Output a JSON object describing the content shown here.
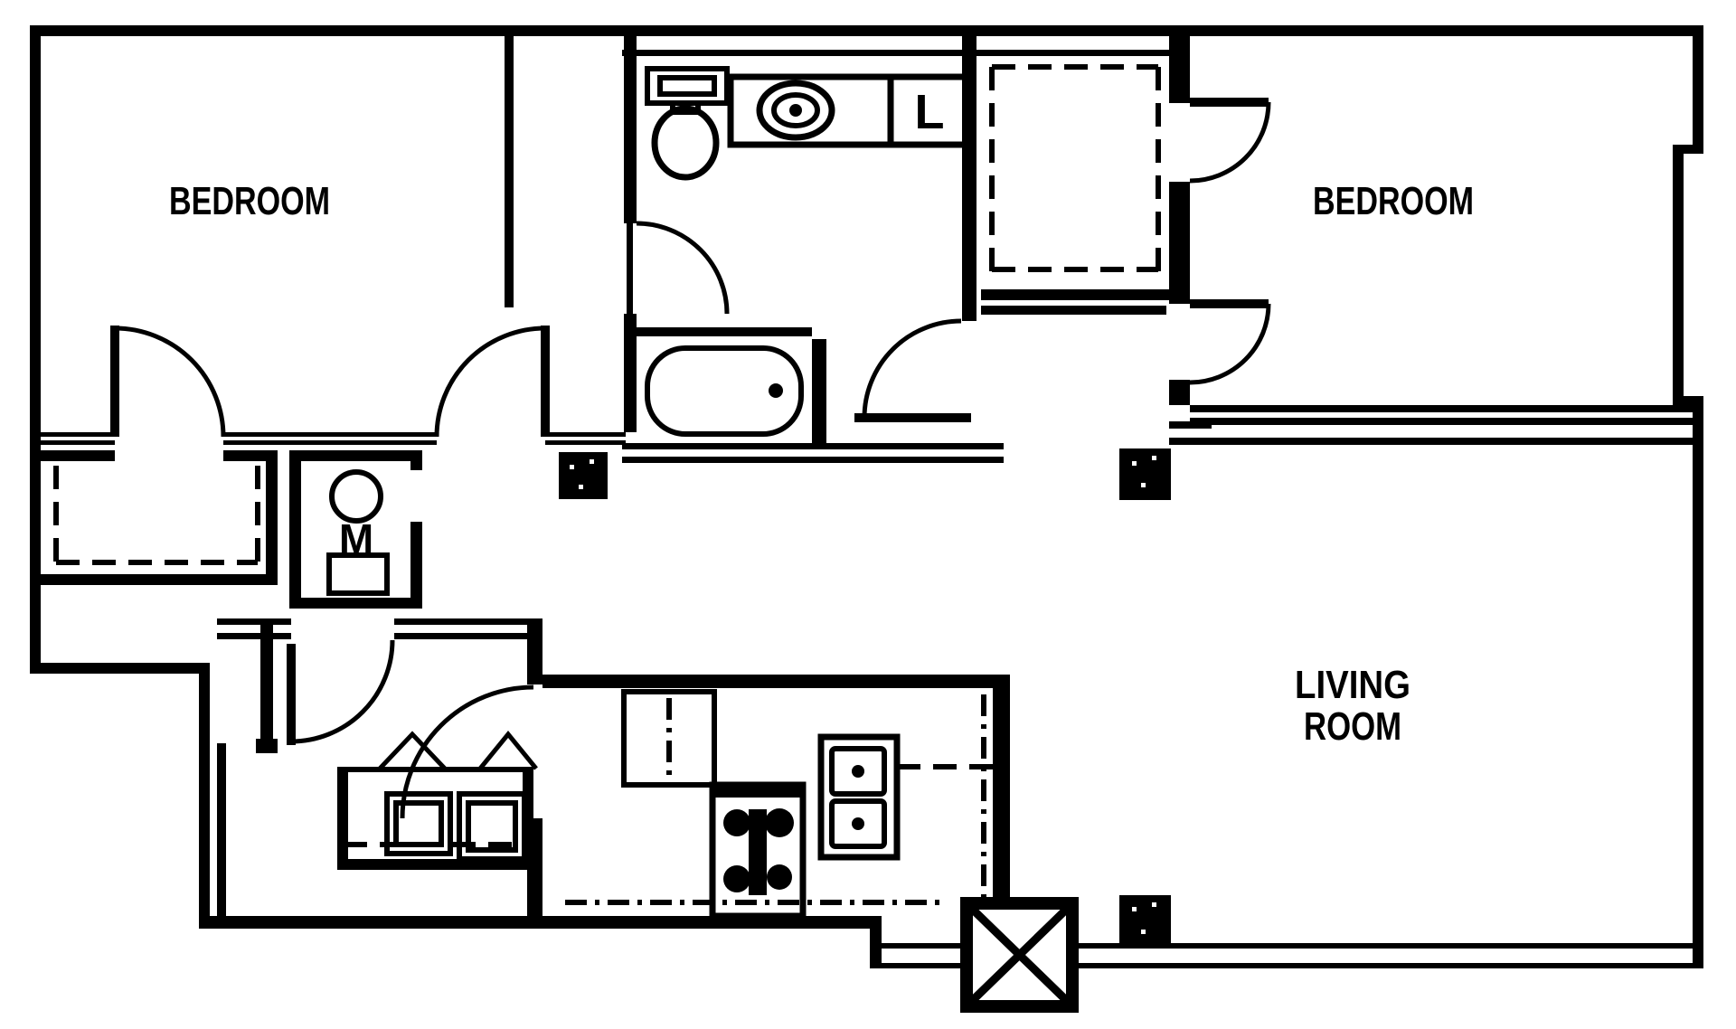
{
  "title": "Two-bedroom apartment floor plan",
  "colors": {
    "line": "#000000",
    "background": "#ffffff"
  },
  "labels": {
    "bedroom_left": "BEDROOM",
    "bedroom_right": "BEDROOM",
    "living_room_line1": "LIVING",
    "living_room_line2": "ROOM",
    "linen_closet": "L",
    "water_heater": "M"
  },
  "fixtures": [
    "toilet",
    "vanity-sink",
    "linen-closet",
    "bathtub",
    "walk-in-closet-shelving",
    "reach-in-closet-shelving",
    "water-heater",
    "washer",
    "dryer",
    "bifold-doors",
    "refrigerator",
    "range-stove",
    "double-sink",
    "upper-cabinet-dashed-lines",
    "mechanical-shaft",
    "structural-columns",
    "door-swings"
  ]
}
